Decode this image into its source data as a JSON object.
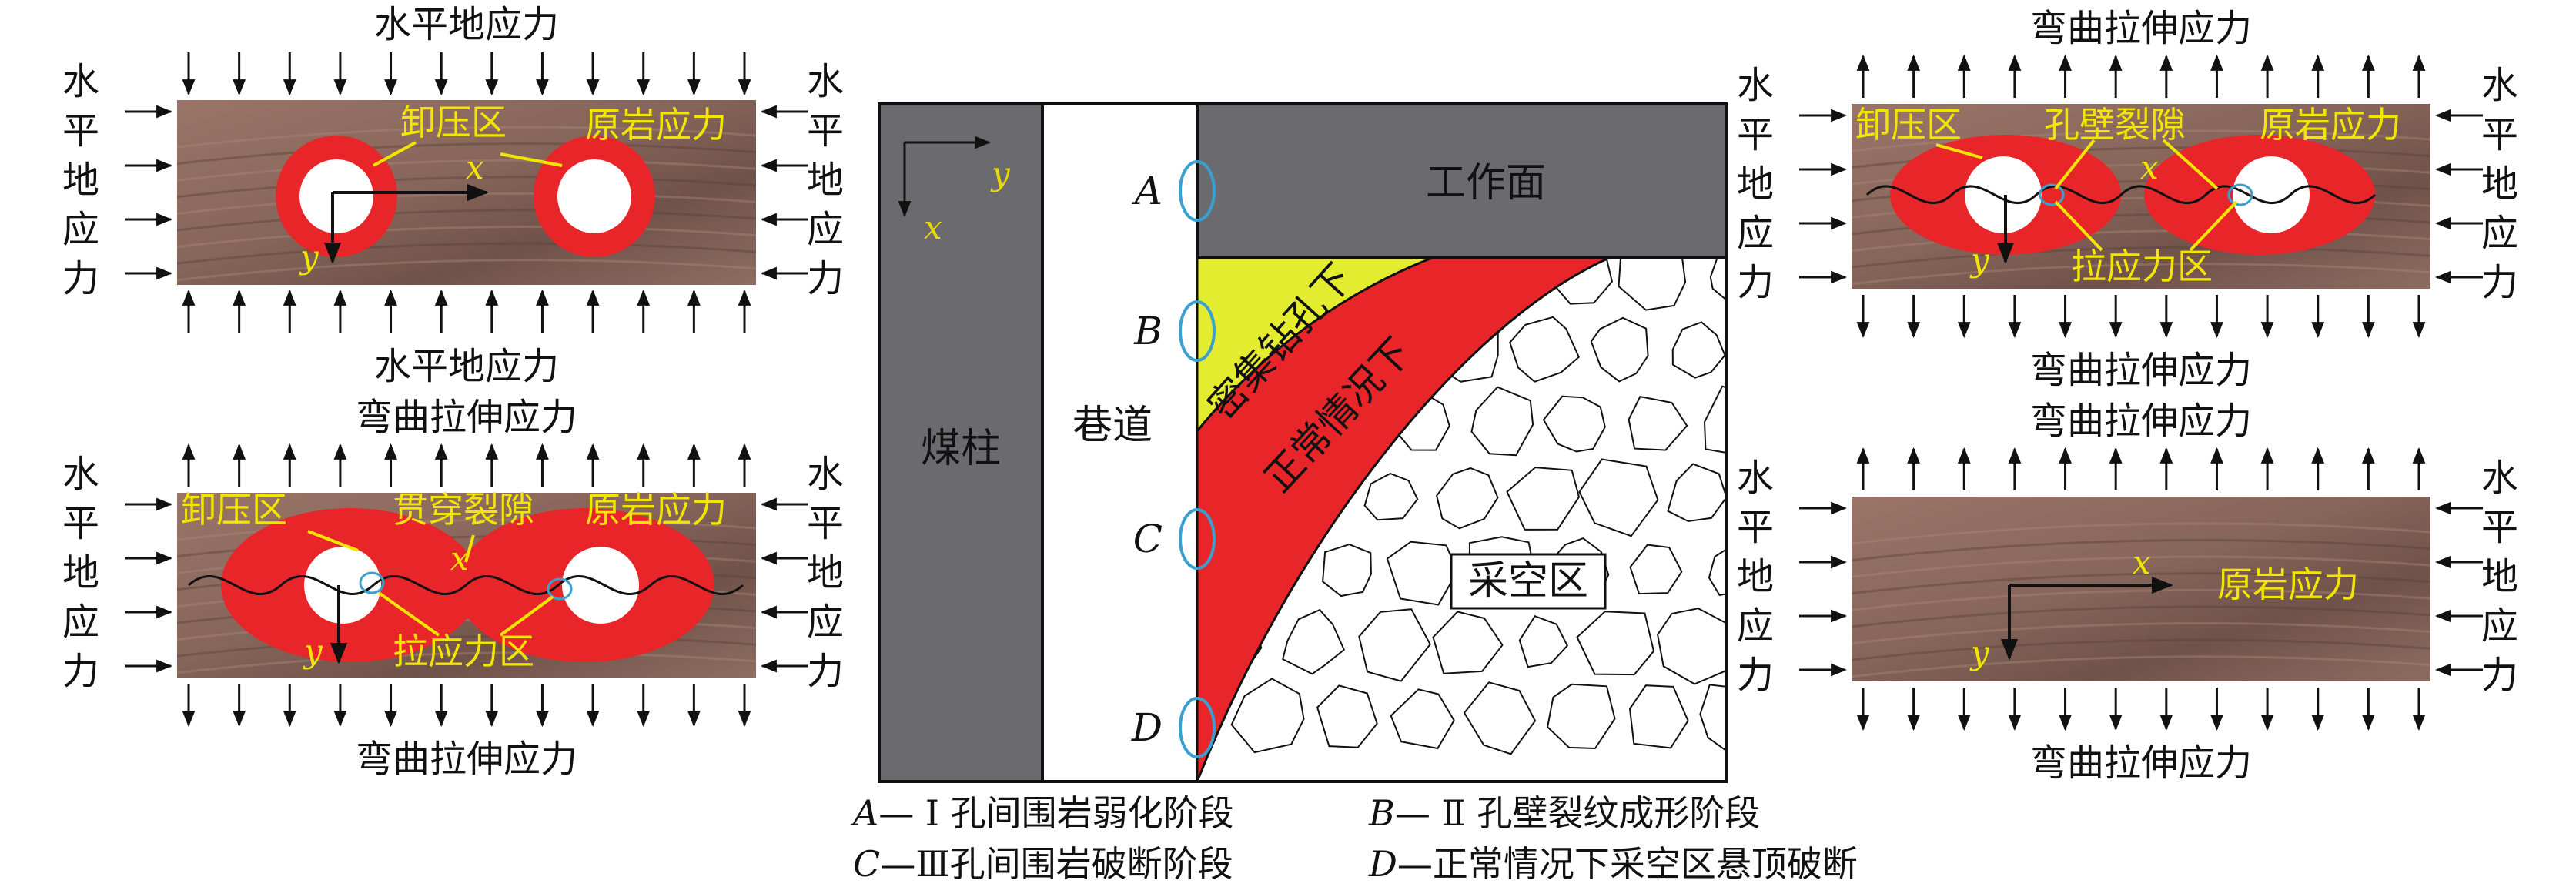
{
  "colors": {
    "rock": "#8c6a5e",
    "rock_dark": "#4a3a34",
    "red": "#e8262a",
    "yellow": "#f0f018",
    "yellow_zone": "#e4ec30",
    "gray": "#6b6b6f",
    "cyan": "#3aa0d0",
    "green_fill": "#e6f040"
  },
  "panel_tl": {
    "top_label": "水平地应力",
    "bottom_label": "水平地应力",
    "left_label": [
      "水",
      "平",
      "地",
      "应",
      "力"
    ],
    "right_label": [
      "水",
      "平",
      "地",
      "应",
      "力"
    ],
    "zone_unload": "卸压区",
    "zone_original": "原岩应力",
    "axis_x": "x",
    "axis_y": "y"
  },
  "panel_bl": {
    "top_label": "弯曲拉伸应力",
    "bottom_label": "弯曲拉伸应力",
    "left_label": [
      "水",
      "平",
      "地",
      "应",
      "力"
    ],
    "right_label": [
      "水",
      "平",
      "地",
      "应",
      "力"
    ],
    "zone_unload": "卸压区",
    "crack": "贯穿裂隙",
    "zone_original": "原岩应力",
    "tension": "拉应力区",
    "axis_x": "x",
    "axis_y": "y"
  },
  "panel_tr": {
    "top_label": "弯曲拉伸应力",
    "bottom_label": "弯曲拉伸应力",
    "left_label": [
      "水",
      "平",
      "地",
      "应",
      "力"
    ],
    "right_label": [
      "水",
      "平",
      "地",
      "应",
      "力"
    ],
    "zone_unload": "卸压区",
    "crack": "孔壁裂隙",
    "zone_original": "原岩应力",
    "tension": "拉应力区",
    "axis_x": "x",
    "axis_y": "y"
  },
  "panel_br": {
    "top_label": "弯曲拉伸应力",
    "bottom_label": "弯曲拉伸应力",
    "left_label": [
      "水",
      "平",
      "地",
      "应",
      "力"
    ],
    "right_label": [
      "水",
      "平",
      "地",
      "应",
      "力"
    ],
    "zone_original": "原岩应力",
    "axis_x": "x",
    "axis_y": "y"
  },
  "center": {
    "coal_pillar": "煤柱",
    "roadway": "巷道",
    "working_face": "工作面",
    "dense_drill": "密集钻孔下",
    "normal": "正常情况下",
    "goaf": "采空区",
    "axis_x": "x",
    "axis_y": "y",
    "point_a": "A",
    "point_b": "B",
    "point_c": "C",
    "point_d": "D"
  },
  "captions": {
    "a_letter": "A",
    "a_text": "— Ⅰ 孔间围岩弱化阶段",
    "b_letter": "B",
    "b_text": "— Ⅱ 孔壁裂纹成形阶段",
    "c_letter": "C",
    "c_text": "—Ⅲ孔间围岩破断阶段",
    "d_letter": "D",
    "d_text": "—正常情况下采空区悬顶破断"
  }
}
